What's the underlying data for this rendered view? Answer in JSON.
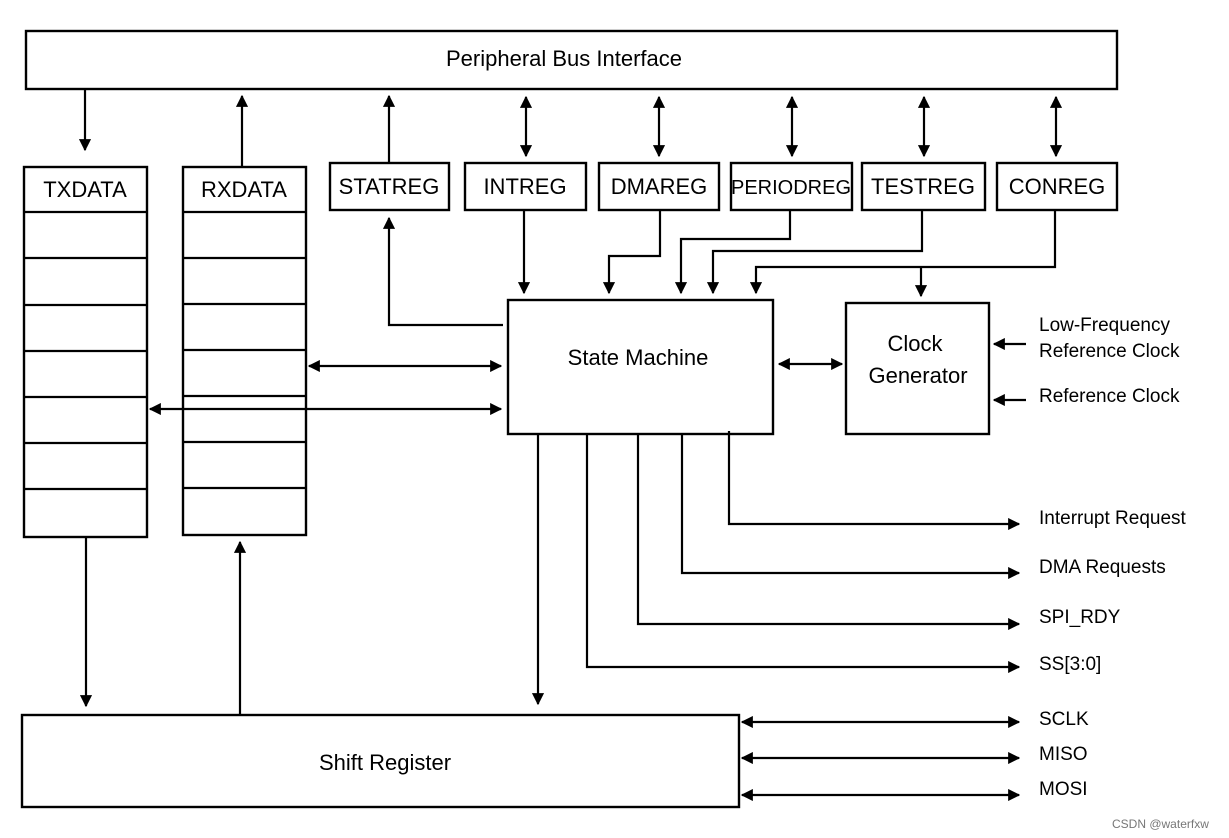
{
  "blocks": {
    "bus": "Peripheral Bus Interface",
    "txdata": "TXDATA",
    "rxdata": "RXDATA",
    "statreg": "STATREG",
    "intreg": "INTREG",
    "dmareg": "DMAREG",
    "periodreg": "PERIODREG",
    "testreg": "TESTREG",
    "conreg": "CONREG",
    "state_machine": "State Machine",
    "clock_gen_line1": "Clock",
    "clock_gen_line2": "Generator",
    "shift_register": "Shift Register"
  },
  "inputs": {
    "low_freq_line1": "Low-Frequency",
    "low_freq_line2": "Reference Clock",
    "ref_clock": "Reference Clock"
  },
  "outputs": {
    "interrupt_request": "Interrupt Request",
    "dma_requests": "DMA Requests",
    "spi_rdy": "SPI_RDY",
    "ss": "SS[3:0]"
  },
  "io": {
    "sclk": "SCLK",
    "miso": "MISO",
    "mosi": "MOSI"
  },
  "watermark": "CSDN @waterfxw"
}
